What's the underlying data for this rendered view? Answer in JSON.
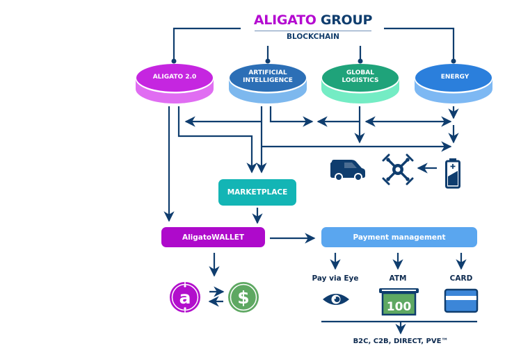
{
  "header": {
    "title_part1": "ALIGATO",
    "title_part2": "GROUP",
    "subtitle": "BLOCKCHAIN"
  },
  "pillars": [
    {
      "line1": "ALIGATO 2.0",
      "line2": "",
      "icon": "disk",
      "top_color": "#c526e0",
      "side_color": "#e06df2"
    },
    {
      "line1": "ARTIFICIAL",
      "line2": "INTELLIGENCE",
      "icon": "disk",
      "top_color": "#2c6fb6",
      "side_color": "#7db8ee"
    },
    {
      "line1": "GLOBAL",
      "line2": "LOGISTICS",
      "icon": "disk",
      "top_color": "#1fa37a",
      "side_color": "#74ecc4"
    },
    {
      "line1": "ENERGY",
      "line2": "",
      "icon": "disk",
      "top_color": "#2b7fdc",
      "side_color": "#7db8f3"
    }
  ],
  "devices": {
    "van": "van-icon",
    "drone": "drone-icon",
    "battery": "battery-icon"
  },
  "boxes": {
    "marketplace": {
      "label": "MARKETPLACE",
      "color": "#13b5b5"
    },
    "wallet": {
      "label": "AligatoWALLET",
      "color": "#ae0acb"
    },
    "payment": {
      "label": "Payment management",
      "color": "#5aa6ef"
    }
  },
  "payment_methods": [
    {
      "label": "Pay via Eye",
      "icon": "eye-icon"
    },
    {
      "label": "ATM",
      "icon": "atm-icon",
      "amount": "100"
    },
    {
      "label": "CARD",
      "icon": "card-icon"
    }
  ],
  "currencies": {
    "aligato_coin": {
      "glyph": "a",
      "color": "#b20fcc"
    },
    "dollar_coin": {
      "glyph": "$",
      "color": "#5ea862"
    }
  },
  "footer": {
    "label": "B2C, C2B, DIRECT, PVE™"
  },
  "colors": {
    "line": "#0f3d6e",
    "accent_purple": "#b40ad0",
    "navy": "#0f3d6e"
  }
}
